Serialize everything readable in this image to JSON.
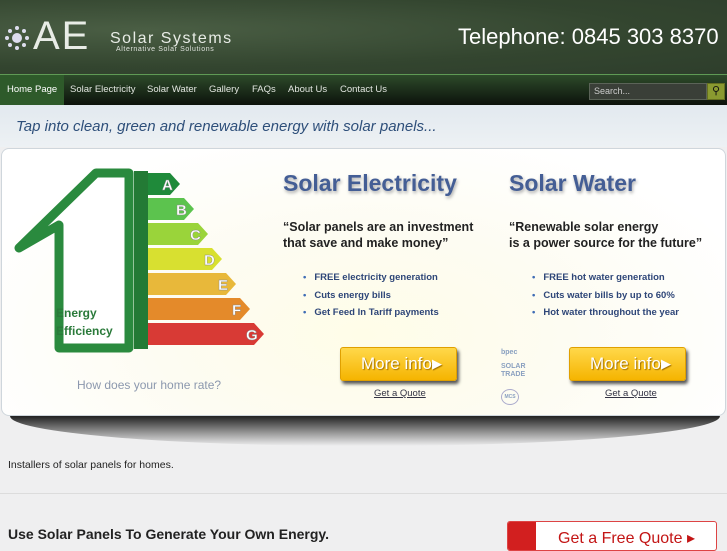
{
  "header": {
    "logo_mark": "AE",
    "logo_name": "Solar Systems",
    "logo_tagline": "Alternative Solar Solutions",
    "phone": "Telephone: 0845 303 8370"
  },
  "nav": {
    "items": [
      {
        "label": "Home Page",
        "active": true
      },
      {
        "label": "Solar Electricity"
      },
      {
        "label": "Solar Water"
      },
      {
        "label": "Gallery"
      },
      {
        "label": "FAQs"
      },
      {
        "label": "About Us"
      },
      {
        "label": "Contact Us"
      }
    ],
    "search_placeholder": "Search...",
    "search_icon": "search-icon"
  },
  "tagline": "Tap into clean, green and renewable energy with solar panels...",
  "energy": {
    "label_line1": "Energy",
    "label_line2": "Efficiency",
    "ratings": [
      "A",
      "B",
      "C",
      "D",
      "E",
      "F",
      "G"
    ],
    "question": "How does your home rate?"
  },
  "electricity": {
    "title": "Solar Electricity",
    "quote_line1": "“Solar panels are an investment",
    "quote_line2": "that save and make money”",
    "bullets": [
      "FREE electricity generation",
      "Cuts energy bills",
      "Get Feed In Tariff payments"
    ],
    "button": "More info",
    "link": "Get a Quote"
  },
  "water": {
    "title": "Solar Water",
    "quote_line1": "“Renewable solar energy",
    "quote_line2": "is a power source for the future”",
    "bullets": [
      "FREE hot water generation",
      "Cuts water bills by up to 60%",
      "Hot water throughout the year"
    ],
    "button": "More info",
    "link": "Get a Quote"
  },
  "badges": {
    "bpec": "bpec",
    "solar_trade": "SOLAR TRADE",
    "mcs": "MCS"
  },
  "intro": "Installers of solar panels for homes.",
  "section_title": "Use Solar Panels To Generate Your Own Energy.",
  "free_quote": "Get a Free Quote ▸",
  "colors": {
    "header": "#33452f",
    "accent_blue": "#445e95",
    "button": "#f5b400",
    "quote_red": "#c31515"
  }
}
